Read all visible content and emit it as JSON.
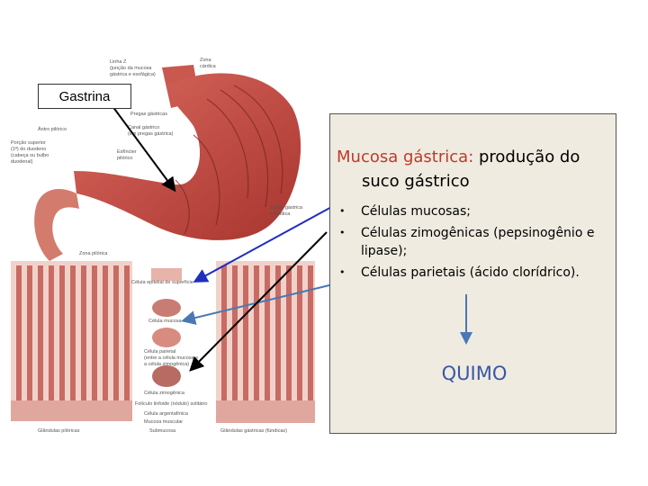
{
  "gastrina_label": "Gastrina",
  "info": {
    "title_highlight": "Mucosa gástrica:",
    "title_rest": " produção do",
    "title_line2": "suco gástrico",
    "bullets": [
      "Células mucosas;",
      "Células zimogênicas (pepsinogênio e lipase);",
      "Células parietais (ácido clorídrico)."
    ],
    "result": "QUIMO"
  },
  "colors": {
    "title_highlight": "#c0392b",
    "result": "#3a56a8",
    "box_bg": "#efebe0"
  },
  "illustration_labels": {
    "linha_z": [
      "Linha Z",
      "(junção da mucosa",
      "gástrica e esofágica)"
    ],
    "zona_cardica": [
      "Zona",
      "cárdica"
    ],
    "pregas": "Pregas gástricas",
    "canal_gastrico": [
      "Canal gástrico",
      "(em pregas gástrica)"
    ],
    "antro_pilorico": "Ântro pilórico",
    "porcao_superior": [
      "Porção superior",
      "(1ª) do duodeno",
      "(cabeça ou bulbo",
      "duodenal)"
    ],
    "esfincter_piloro": [
      "Esfíncter",
      "pilórico"
    ],
    "zonas_fundica": [
      "Zonas gástrica",
      "e fúndica"
    ],
    "zona_pilorica": "Zona pilórica",
    "celula_epitelial": "Célula epitelial de superfície",
    "celula_mucosa": "Célula mucosa",
    "celula_parietal": [
      "Célula parietal",
      "(entre a célula mucosa e",
      "a célula zimogênica)"
    ],
    "celula_zimogenica": "Célula zimogênica",
    "foliculo": "Folículo linfoide (nódulo) solitário",
    "celula_argentafinica": "Célula argentafínica",
    "mucosa_muscular": "Mucosa muscular",
    "submucosa": "Submucosa",
    "glandulas_piloricas": "Glândulas pilóricas",
    "glandulas_gastricas": "Glândulas gástricas (fúndicas)"
  }
}
